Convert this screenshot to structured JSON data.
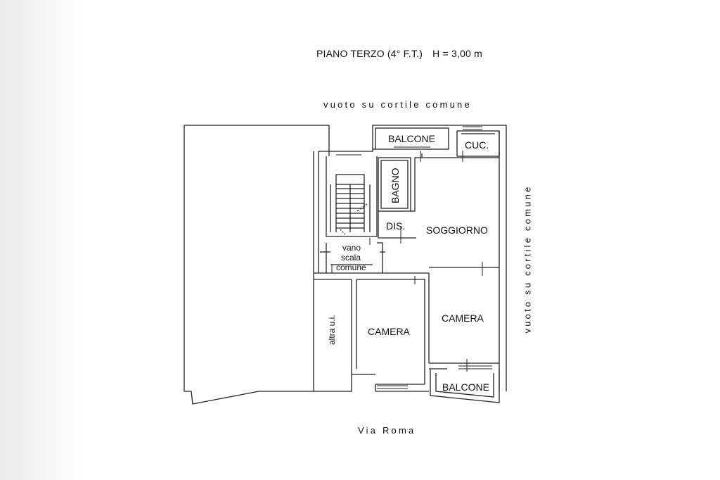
{
  "header": {
    "floor": "PIANO TERZO (4° F.T.)",
    "height": "H = 3,00 m"
  },
  "context": {
    "top": "vuoto su cortile comune",
    "right": "vuoto su cortile comune",
    "bottom": "Via Roma",
    "left": "altra u.i."
  },
  "rooms": {
    "balcone_top": "BALCONE",
    "cucina": "CUC.",
    "bagno": "BAGNO",
    "disimpegno": "DIS.",
    "soggiorno": "SOGGIORNO",
    "vano_scala_1": "vano",
    "vano_scala_2": "scala",
    "vano_scala_3": "comune",
    "camera_left": "CAMERA",
    "camera_right": "CAMERA",
    "balcone_bottom": "BALCONE"
  }
}
